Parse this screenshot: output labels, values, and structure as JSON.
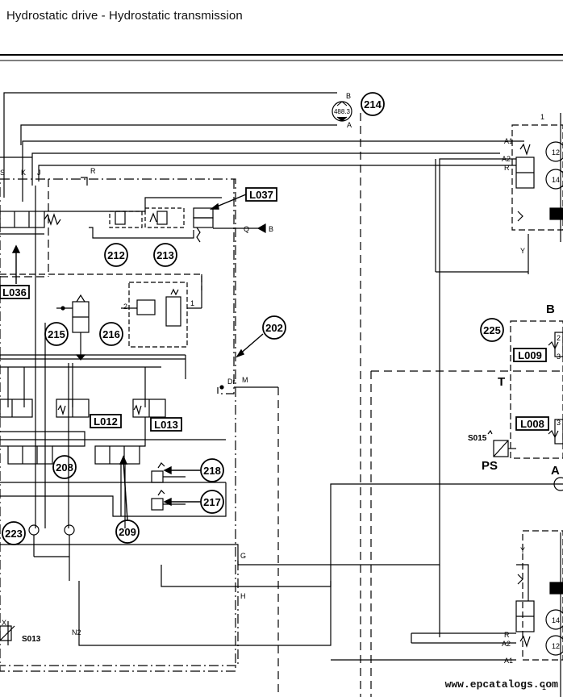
{
  "header": {
    "title": "Hydrostatic drive - Hydrostatic transmission"
  },
  "footer": {
    "watermark": "www.epcatalogs.com"
  },
  "diagram": {
    "callouts": [
      "212",
      "213",
      "214",
      "215",
      "216",
      "202",
      "208",
      "209",
      "218",
      "217",
      "223",
      "225"
    ],
    "component_labels": [
      "L037",
      "L036",
      "L012",
      "L013",
      "L009",
      "L008"
    ],
    "pump_label": "488.3",
    "port_labels": {
      "B_top": "B",
      "A_top": "A",
      "Q": "Q",
      "B_q": "B",
      "S": "S",
      "K": "K",
      "J": "J",
      "R": "R",
      "Dr": "Dr",
      "M": "M",
      "G": "G",
      "H": "H",
      "N2": "N2",
      "T": "T",
      "PS": "PS",
      "S015": "S015",
      "S013": "S013",
      "B_right": "B",
      "A_right": "A",
      "A1_top": "A1",
      "A2_top": "A2",
      "R_top": "R",
      "A1_bottom": "A1",
      "A2_bottom": "A2",
      "R_bottom": "R",
      "Y_top": "Y",
      "Y_bottom": "Y",
      "n12_top": "12",
      "n14_top": "14",
      "n12_bottom": "12",
      "n14_bottom": "14",
      "one_top": "1",
      "one_bottom": "1",
      "two": "2",
      "one_mid": "1",
      "two_valve": "2",
      "three_a": "3",
      "three_b": "3",
      "x": "X"
    }
  }
}
